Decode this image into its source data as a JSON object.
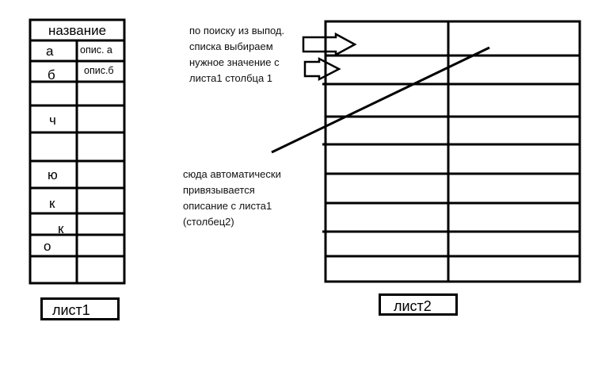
{
  "sheet1": {
    "header": "название",
    "rows": [
      {
        "key": "а",
        "desc": "опис. а"
      },
      {
        "key": "б",
        "desc": "опис.б"
      },
      {
        "key": "",
        "desc": ""
      },
      {
        "key": "ч",
        "desc": ""
      },
      {
        "key": "",
        "desc": ""
      },
      {
        "key": "ю",
        "desc": ""
      },
      {
        "key": "к",
        "desc": ""
      },
      {
        "key": "к",
        "desc": ""
      },
      {
        "key": "о",
        "desc": ""
      },
      {
        "key": "",
        "desc": ""
      }
    ],
    "tab_label": "лист1"
  },
  "sheet2": {
    "tab_label": "лист2"
  },
  "notes": {
    "top": [
      "по поиску из выпод.",
      "списка выбираем",
      "нужное значение с",
      "листа1 столбца 1"
    ],
    "bottom": [
      "сюда автоматически",
      "привязывается",
      "описание с листа1",
      "(столбец2)"
    ]
  }
}
